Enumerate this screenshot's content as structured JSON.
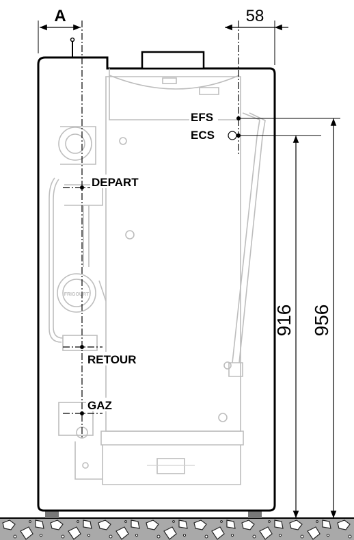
{
  "dimensions": {
    "top_left": "A",
    "top_right": "58",
    "height_ecs": "916",
    "height_efs": "956"
  },
  "connections": {
    "efs": "EFS",
    "ecs": "ECS",
    "depart": "DEPART",
    "retour": "RETOUR",
    "gaz": "GAZ"
  },
  "pump_brand": "FRIGOURT"
}
